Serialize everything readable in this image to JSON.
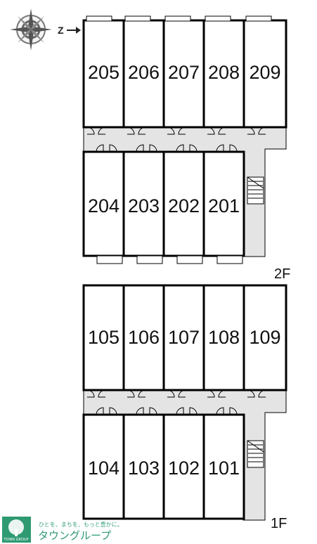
{
  "floors": [
    {
      "label": "2F",
      "top_row": [
        "205",
        "206",
        "207",
        "208",
        "209"
      ],
      "bottom_row": [
        "204",
        "203",
        "202",
        "201"
      ]
    },
    {
      "label": "1F",
      "top_row": [
        "105",
        "106",
        "107",
        "108",
        "109"
      ],
      "bottom_row": [
        "104",
        "103",
        "102",
        "101"
      ]
    }
  ],
  "compass": {
    "north_letter": "Z"
  },
  "logo": {
    "tagline": "ひとを、まちを、もっと豊かに。",
    "name": "タウングループ",
    "small_text": "TOWN GROUP"
  },
  "colors": {
    "corridor": "#e4e4e4",
    "wall": "#000000",
    "logo_green": "#2e9a72"
  }
}
